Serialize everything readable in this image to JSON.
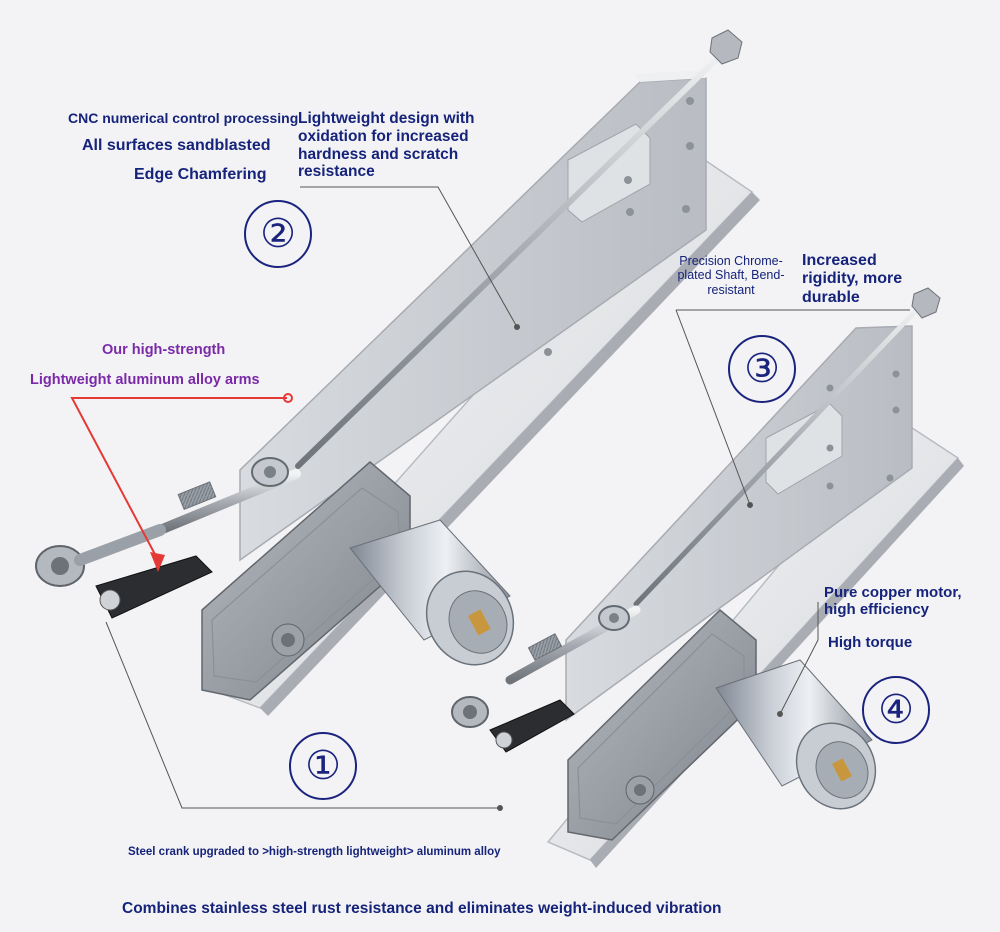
{
  "colors": {
    "label_text": "#15237a",
    "highlight_text": "#7a2aa8",
    "leader_line": "#555555",
    "pointer_arrow": "#e53935"
  },
  "labels": {
    "cnc": "CNC numerical control processing",
    "sandblasted": "All surfaces sandblasted",
    "chamfering": "Edge Chamfering",
    "lightweight_design": "Lightweight design with oxidation for increased hardness and scratch resistance",
    "precision_shaft": "Precision Chrome-plated Shaft, Bend-resistant",
    "rigidity": "Increased rigidity, more durable",
    "high_strength": "Our high-strength",
    "aluminum_arms": "Lightweight aluminum alloy arms",
    "copper_motor": "Pure copper motor, high efficiency",
    "high_torque": "High torque",
    "steel_crank": "Steel crank upgraded to >high-strength lightweight> aluminum alloy",
    "combines": "Combines stainless steel rust resistance and eliminates weight-induced vibration"
  },
  "numbers": {
    "one": "①",
    "two": "②",
    "three": "③",
    "four": "④"
  }
}
